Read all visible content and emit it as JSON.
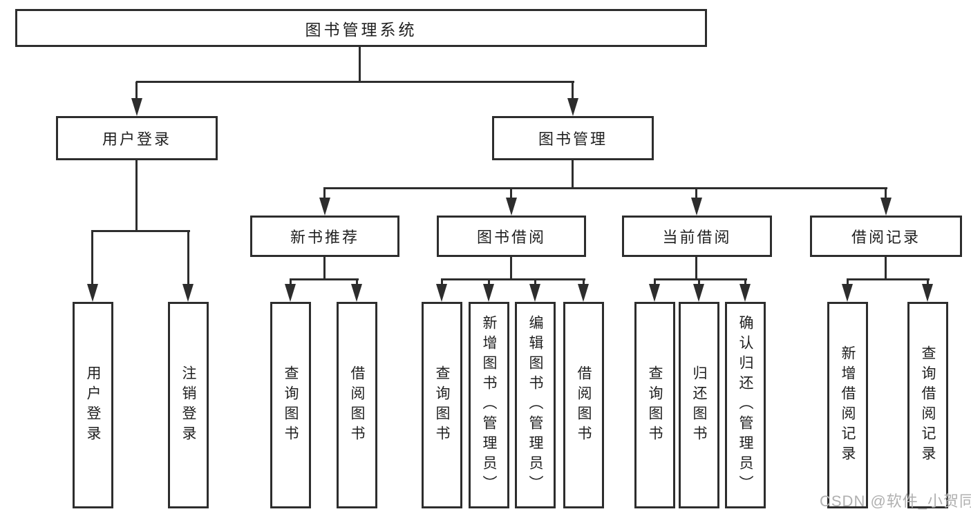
{
  "title": {
    "label": "图书管理系统"
  },
  "level2": [
    {
      "label": "用户登录"
    },
    {
      "label": "图书管理"
    }
  ],
  "level3": [
    {
      "label": "新书推荐"
    },
    {
      "label": "图书借阅"
    },
    {
      "label": "当前借阅"
    },
    {
      "label": "借阅记录"
    }
  ],
  "leaves": {
    "user_login": [
      "用户登录",
      "注销登录"
    ],
    "new_book_recommend": [
      "查询图书",
      "借阅图书"
    ],
    "book_borrow": [
      "查询图书",
      "新增图书（管理员）",
      "编辑图书（管理员）",
      "借阅图书"
    ],
    "current_borrow": [
      "查询图书",
      "归还图书",
      "确认归还（管理员）"
    ],
    "borrow_record": [
      "新增借阅记录",
      "查询借阅记录"
    ]
  },
  "watermark": "CSDN @软件_小贺同学",
  "colors": {
    "line": "#2d2d2d",
    "text": "#1f1f1f",
    "watermark": "#b0b0b0",
    "background": "#ffffff"
  }
}
